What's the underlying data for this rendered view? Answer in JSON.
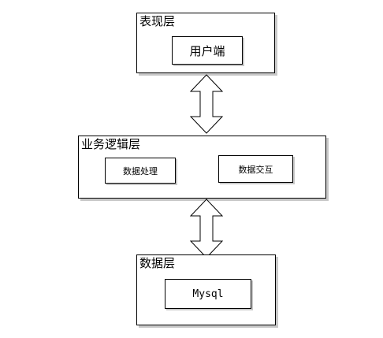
{
  "presentation_layer": {
    "title": "表现层",
    "client_box": "用户端"
  },
  "business_layer": {
    "title": "业务逻辑层",
    "processing_box": "数据处理",
    "interaction_box": "数据交互"
  },
  "data_layer": {
    "title": "数据层",
    "db_box": "Mysql"
  }
}
